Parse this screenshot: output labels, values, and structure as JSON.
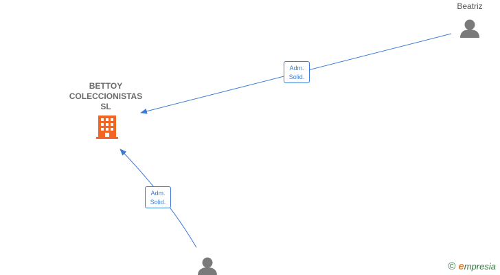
{
  "company": {
    "name_line1": "BETTOY",
    "name_line2": "COLECCIONISTAS",
    "name_line3": "SL",
    "icon": "building-icon",
    "color": "#f26522"
  },
  "persons": [
    {
      "name": "Beatriz",
      "icon": "person-icon"
    },
    {
      "name": "",
      "icon": "person-icon"
    }
  ],
  "edges": [
    {
      "line1": "Adm.",
      "line2": "Solid."
    },
    {
      "line1": "Adm.",
      "line2": "Solid."
    }
  ],
  "colors": {
    "edge": "#3a7bd5",
    "person": "#7a7a7a",
    "company": "#f26522"
  },
  "watermark": {
    "copyright": "©",
    "brand_first": "e",
    "brand_rest": "mpresia"
  }
}
